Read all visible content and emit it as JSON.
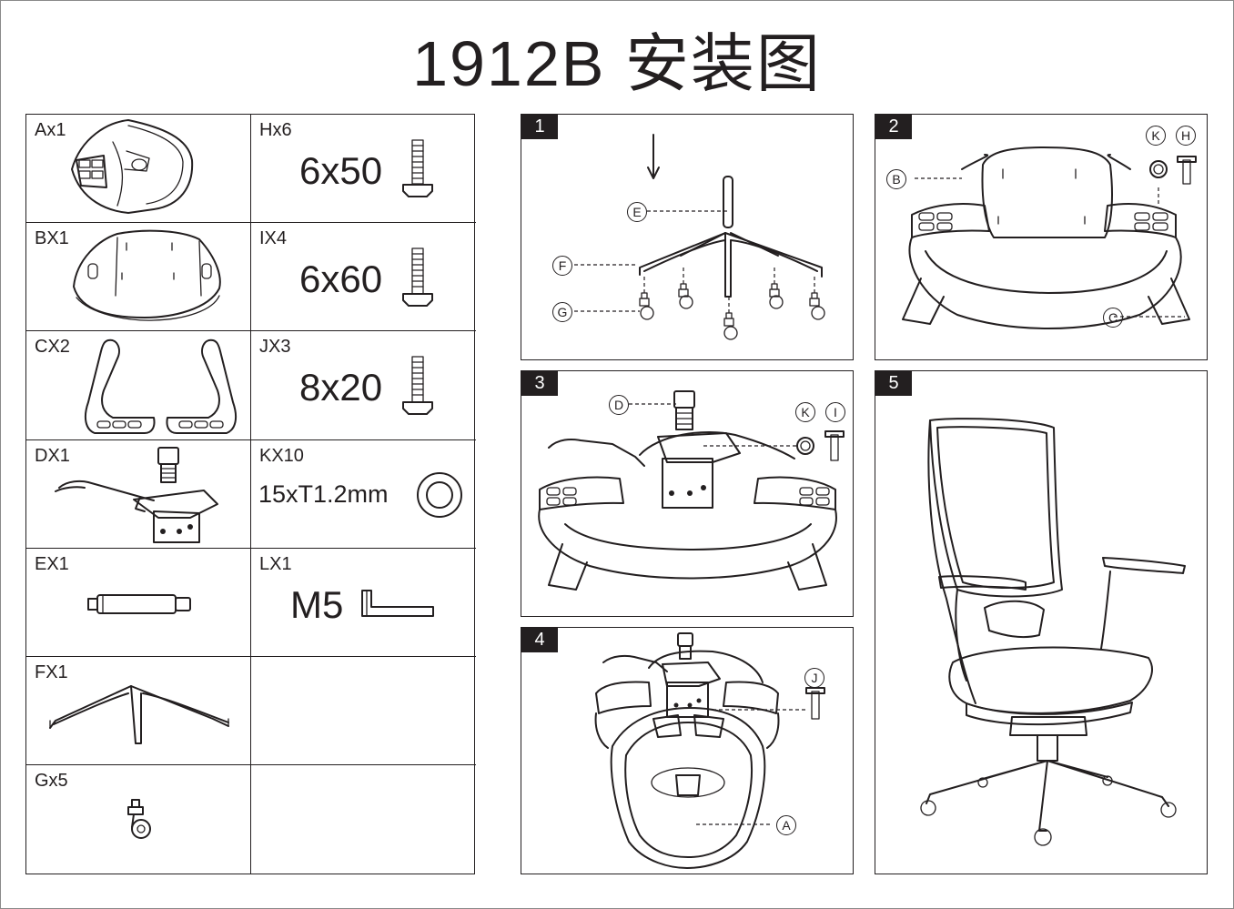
{
  "title": "1912B 安装图",
  "parts": [
    {
      "code": "Ax1"
    },
    {
      "code": "Hx6",
      "size": "6x50"
    },
    {
      "code": "BX1"
    },
    {
      "code": "IX4",
      "size": "6x60"
    },
    {
      "code": "CX2"
    },
    {
      "code": "JX3",
      "size": "8x20"
    },
    {
      "code": "DX1"
    },
    {
      "code": "KX10",
      "size": "15xT1.2mm"
    },
    {
      "code": "EX1"
    },
    {
      "code": "LX1",
      "size": "M5"
    },
    {
      "code": "FX1"
    },
    {
      "code": "Gx5"
    }
  ],
  "steps": [
    {
      "number": "1",
      "labels": [
        "E",
        "F",
        "G"
      ]
    },
    {
      "number": "2",
      "labels": [
        "B",
        "K",
        "H",
        "C"
      ]
    },
    {
      "number": "3",
      "labels": [
        "D",
        "K",
        "I"
      ]
    },
    {
      "number": "4",
      "labels": [
        "J",
        "A"
      ]
    },
    {
      "number": "5",
      "labels": []
    }
  ],
  "icons": [
    "seat-frame-icon",
    "screw-icon",
    "seat-pan-icon",
    "armrest-icon",
    "mechanism-icon",
    "washer-icon",
    "pin-icon",
    "allen-key-icon",
    "base-icon",
    "caster-icon",
    "chair-icon"
  ]
}
